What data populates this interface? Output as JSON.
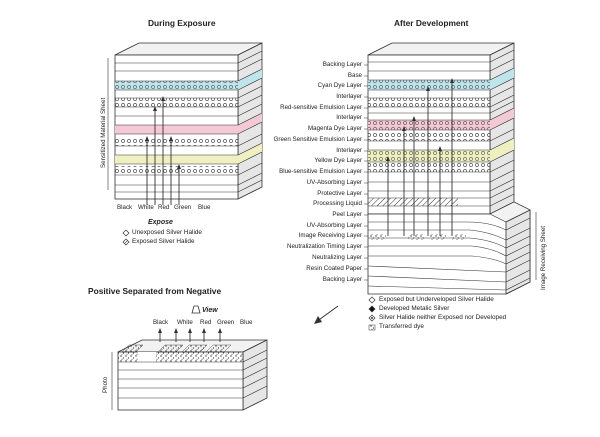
{
  "titles": {
    "during": "During Exposure",
    "after": "After Development",
    "positive": "Positive Separated from Negative"
  },
  "during_side_label": "Sensitized Material Sheet",
  "receiving_side_label": "Image Receiving Sheet",
  "photo_side_label": "Photo",
  "expose_label": "Expose",
  "view_label": "View",
  "during_colors": [
    "Black",
    "White",
    "Red",
    "Green",
    "Blue"
  ],
  "positive_colors": [
    "Black",
    "White",
    "Red",
    "Green",
    "Blue"
  ],
  "during_legend": {
    "unexposed": "Unexposed Silver Halide",
    "exposed": "Exposed Silver Halide"
  },
  "after_layers": [
    "Backing Layer",
    "Base",
    "Cyan Dye Layer",
    "Interlayer",
    "Red-sensitive Emulsion Layer",
    "Interlayer",
    "Magenta Dye Layer",
    "Green Sensitive Emulsion Layer",
    "Interlayer",
    "Yellow Dye Layer",
    "Blue-sensitive Emulsion Layer",
    "UV-Absorbing Layer",
    "Protective Layer",
    "Processing Liquid",
    "Peel Layer",
    "UV-Absorbing Layer",
    "Image Receiving Layer",
    "Neutralization Timing Layer",
    "Neutralizing Layer",
    "Resin Coated Paper",
    "Backing Layer"
  ],
  "after_legend": [
    "Exposed but Underveloped Silver Halide",
    "Developed Metalic Silver",
    "Silver Halide neither Exposed nor Developed",
    "Transferred dye"
  ],
  "colors": {
    "cyan": "#bfe4ec",
    "magenta": "#f3c9d6",
    "yellow": "#eef0c2",
    "line": "#333333",
    "side": "#e6e6e6",
    "top": "#f2f2f2"
  }
}
